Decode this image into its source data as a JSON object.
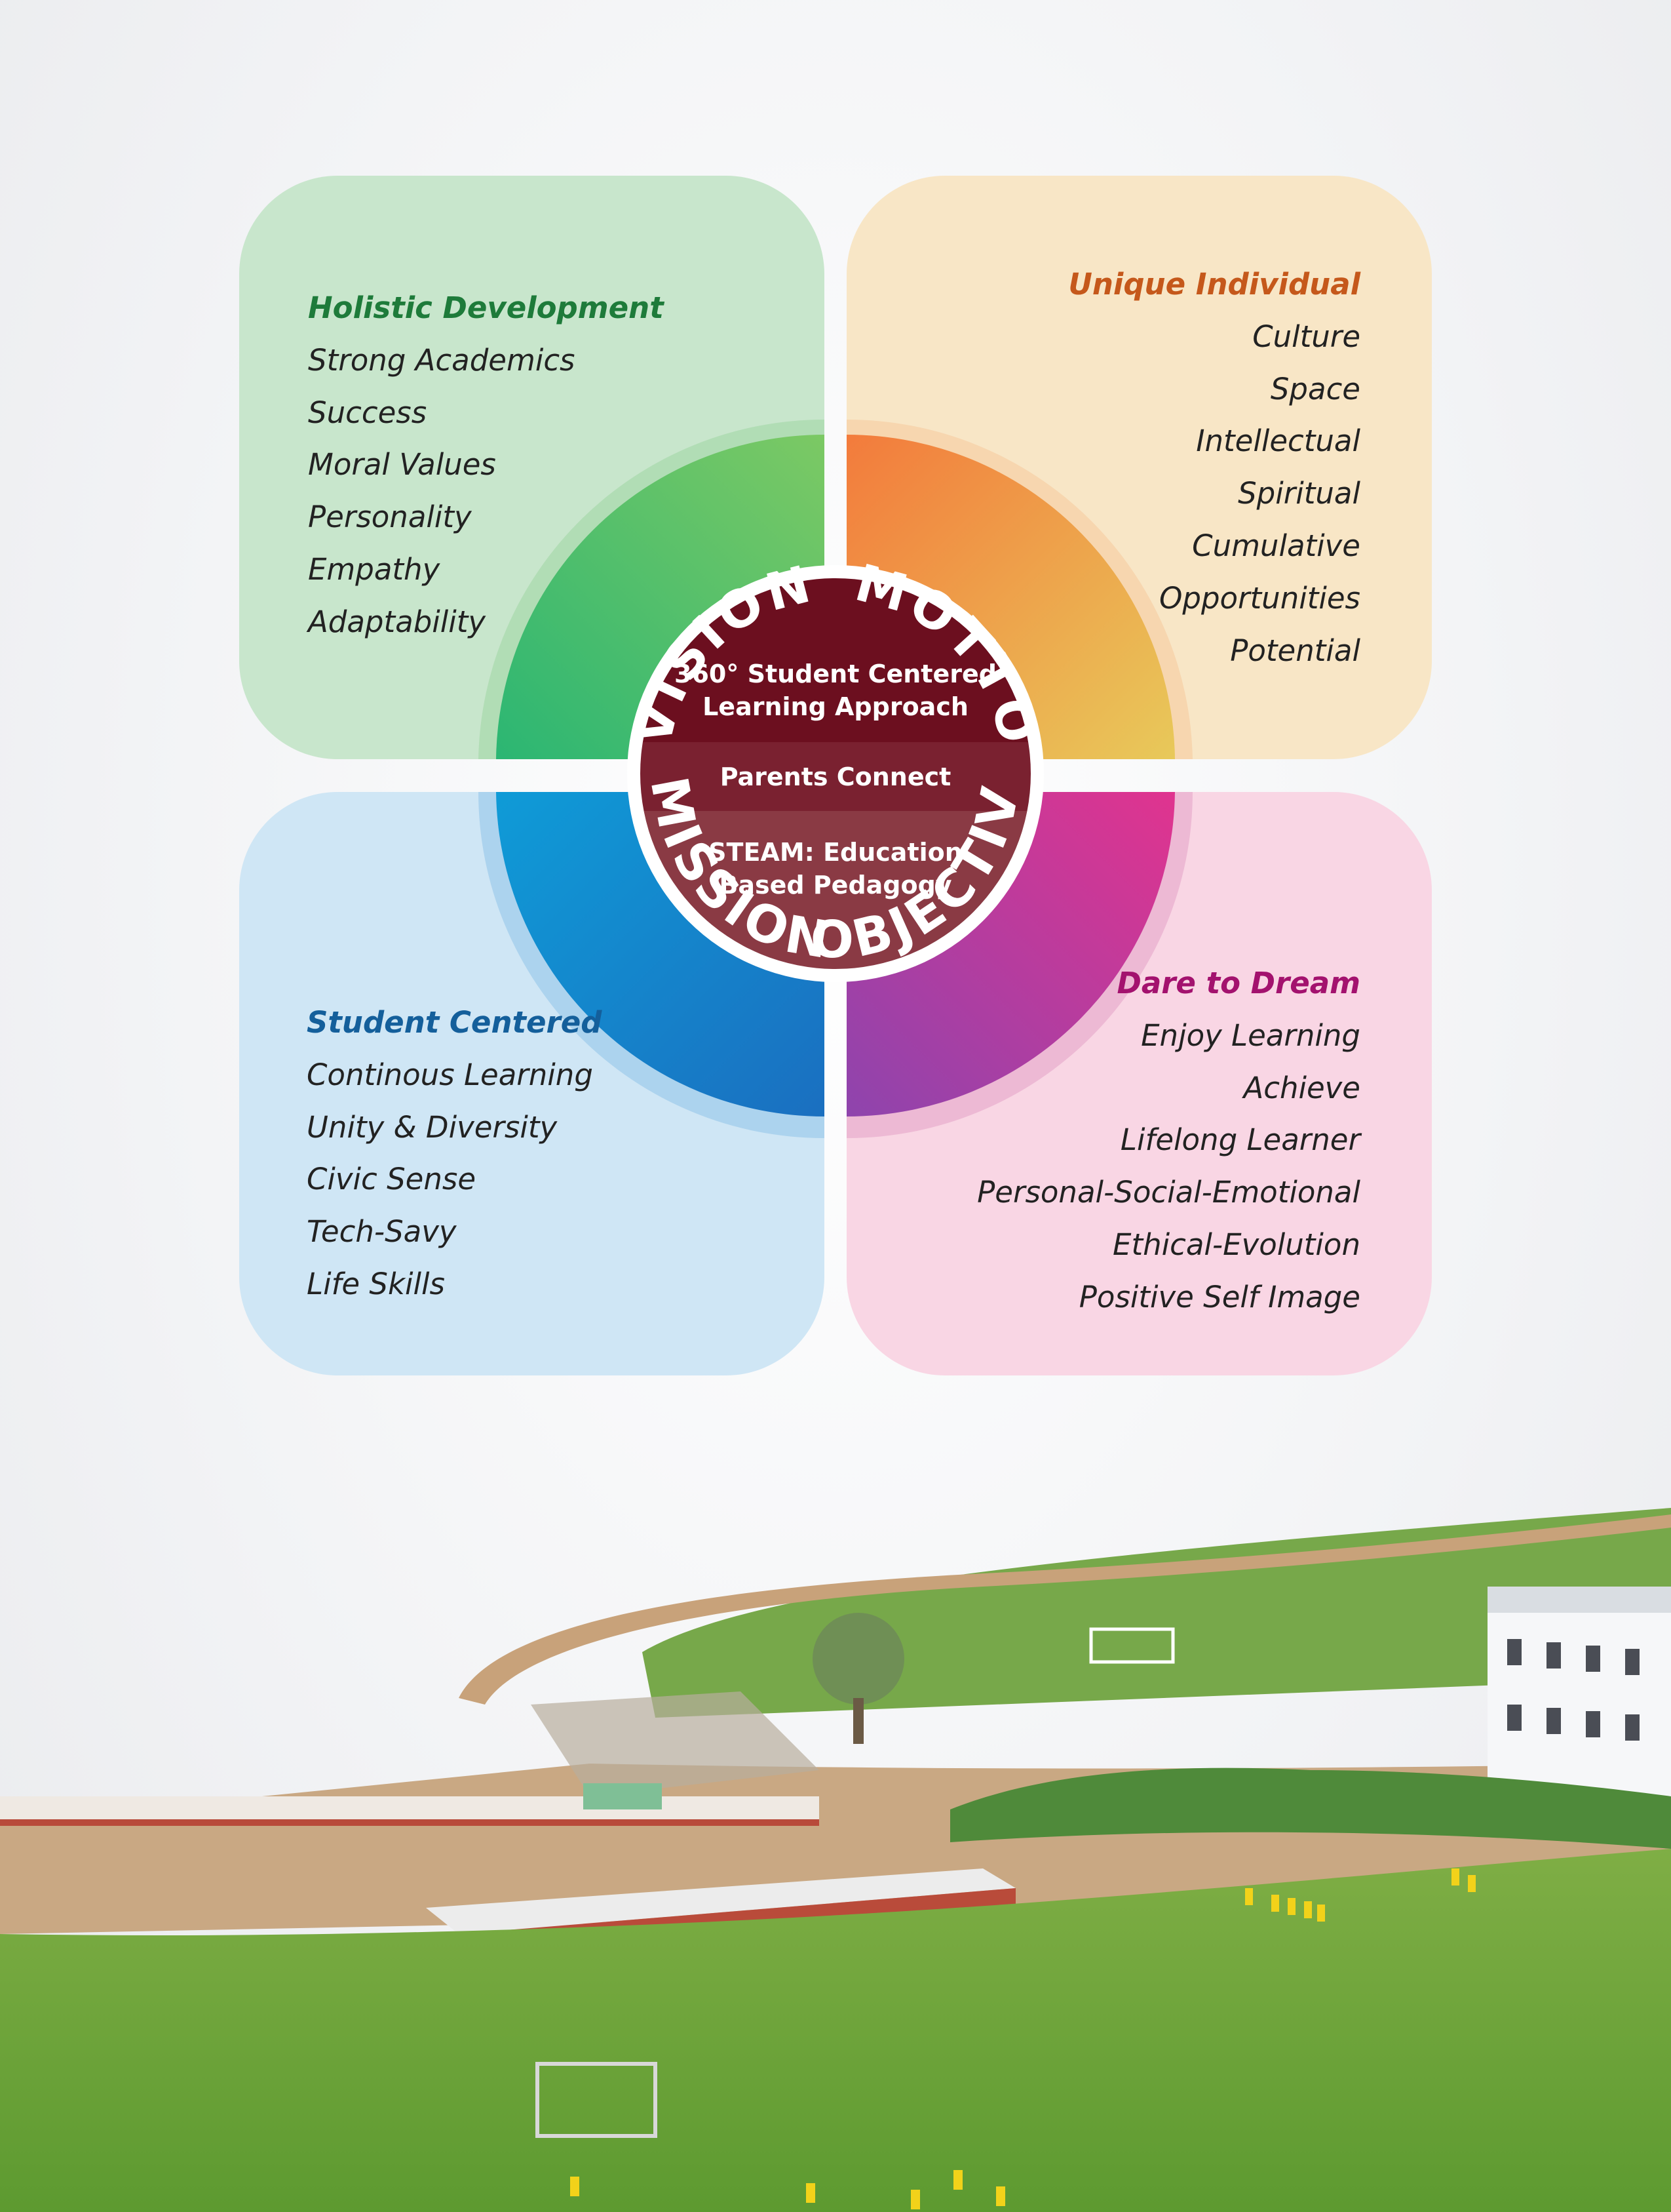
{
  "diagram": {
    "petals": [
      {
        "label": "VISION",
        "heading": "Holistic Development",
        "items": [
          "Strong Academics",
          "Success",
          "Moral Values",
          "Personality",
          "Empathy",
          "Adaptability"
        ]
      },
      {
        "label": "MOTTO",
        "heading": "Unique Individual",
        "items": [
          "Culture",
          "Space",
          "Intellectual",
          "Spiritual",
          "Cumulative",
          "Opportunities",
          "Potential"
        ]
      },
      {
        "label": "MISSION",
        "heading": "Student Centered",
        "items": [
          "Continous Learning",
          "Unity & Diversity",
          "Civic Sense",
          "Tech-Savy",
          "Life Skills"
        ]
      },
      {
        "label": "OBJECTIVE",
        "heading": "Dare to Dream",
        "items": [
          "Enjoy Learning",
          "Achieve",
          "Lifelong Learner",
          "Personal-Social-Emotional",
          "Ethical-Evolution",
          "Positive Self Image"
        ]
      }
    ],
    "core": {
      "line1": "360° Student Centered",
      "line2": "Learning Approach",
      "line3": "Parents Connect",
      "line4": "STEAM: Education",
      "line5": "Based Pedagogy"
    }
  },
  "colors": {
    "vision_card": "#c8e6cc",
    "motto_card": "#f8e6c6",
    "mission_card": "#cfe6f5",
    "objective_card": "#f9d6e4",
    "core_top": "#6c0f1f",
    "core_mid": "#7a2130",
    "core_bottom": "#8a3a44"
  },
  "photo": {
    "subject": "aerial-campus-sports-field"
  }
}
